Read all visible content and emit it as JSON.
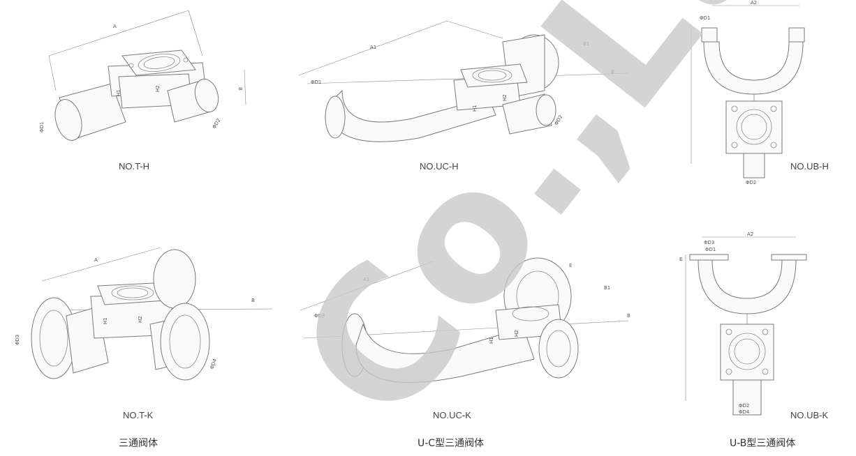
{
  "figures": [
    {
      "id": "t-h",
      "code": "NO.T-H",
      "dims": {
        "a": "A",
        "b": "B",
        "h1": "H1",
        "h2": "H2",
        "d1": "ΦD1",
        "d2": "ΦD2"
      }
    },
    {
      "id": "uc-h",
      "code": "NO.UC-H",
      "dims": {
        "a1": "A1",
        "b1": "B1",
        "b": "B",
        "h1": "H1",
        "h2": "H2",
        "d1": "ΦD1",
        "d2": "ΦD2"
      }
    },
    {
      "id": "ub-h",
      "code": "NO.UB-H",
      "dims": {
        "a2": "A2",
        "d1": "ΦD1",
        "d2": "ΦD2"
      }
    },
    {
      "id": "t-k",
      "code": "NO.T-K",
      "dims": {
        "a": "A",
        "b": "B",
        "h1": "H1",
        "h2": "H2",
        "d3": "ΦD3",
        "d4": "ΦD4"
      }
    },
    {
      "id": "uc-k",
      "code": "NO.UC-K",
      "dims": {
        "a1": "A1",
        "e": "E",
        "b1": "B1",
        "b": "B",
        "h1": "H1",
        "h2": "H2",
        "d3": "ΦD3"
      }
    },
    {
      "id": "ub-k",
      "code": "NO.UB-K",
      "dims": {
        "a2": "A2",
        "d3": "ΦD3",
        "d1": "ΦD1",
        "e": "E",
        "d2": "ΦD2",
        "d4": "ΦD4"
      }
    }
  ],
  "group_captions": {
    "t": "三通阀体",
    "uc": "U-C型三通阀体",
    "ub": "U-B型三通阀体"
  },
  "watermark_text": "Co.,Ltd."
}
